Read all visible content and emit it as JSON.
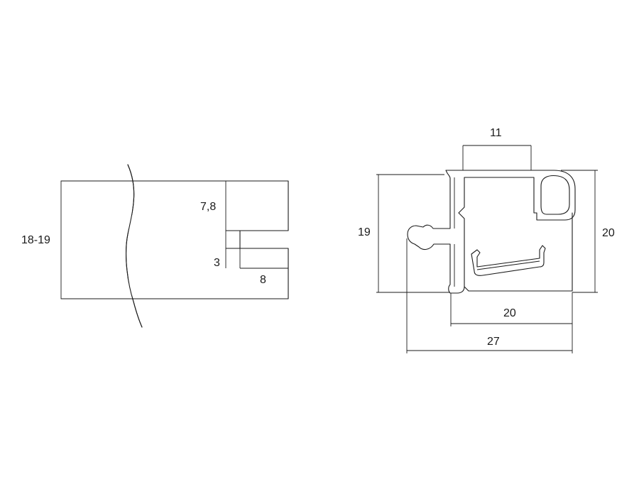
{
  "left_profile": {
    "dimensions": {
      "height": "18-19",
      "groove_top": "7,8",
      "groove_width": "3",
      "groove_depth": "8"
    }
  },
  "right_profile": {
    "dimensions": {
      "top_opening": "11",
      "left_height": "19",
      "right_height": "20",
      "body_width": "20",
      "overall_width": "27"
    }
  }
}
